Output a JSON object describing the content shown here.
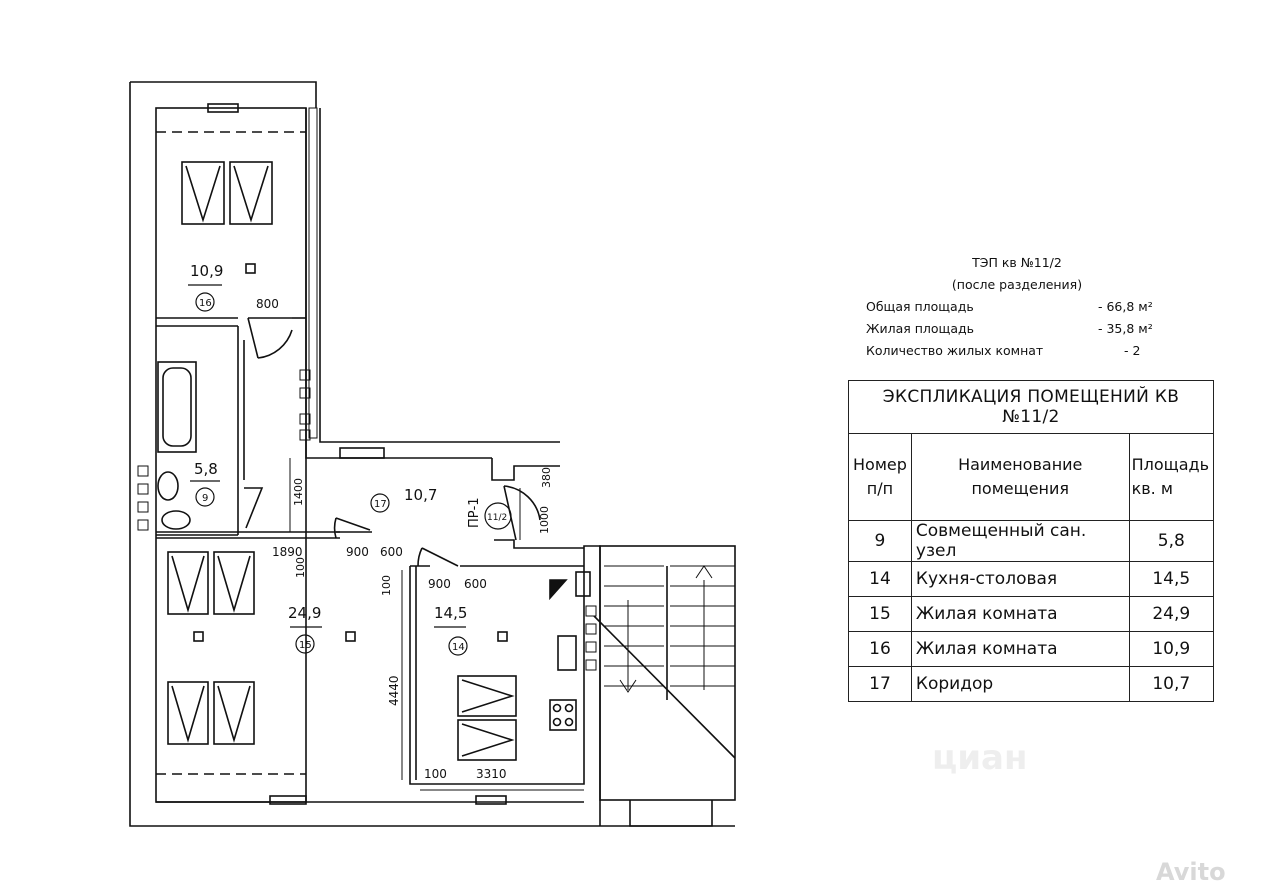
{
  "tep": {
    "title": "ТЭП кв №11/2",
    "subtitle": "(после разделения)",
    "rows": [
      {
        "label": "Общая площадь",
        "value": "- 66,8 м²"
      },
      {
        "label": "Жилая площадь",
        "value": "- 35,8 м²"
      },
      {
        "label": "Количество жилых комнат",
        "value": "- 2"
      }
    ]
  },
  "explication": {
    "title": "ЭКСПЛИКАЦИЯ ПОМЕЩЕНИЙ КВ №11/2",
    "headers": {
      "number": [
        "Номер",
        "п/п"
      ],
      "name": [
        "Наименование",
        "помещения"
      ],
      "area": [
        "Площадь",
        "кв. м"
      ]
    },
    "rows": [
      {
        "num": "9",
        "name": "Совмещенный сан. узел",
        "area": "5,8"
      },
      {
        "num": "14",
        "name": "Кухня-столовая",
        "area": "14,5"
      },
      {
        "num": "15",
        "name": "Жилая комната",
        "area": "24,9"
      },
      {
        "num": "16",
        "name": "Жилая комната",
        "area": "10,9"
      },
      {
        "num": "17",
        "name": "Коридор",
        "area": "10,7"
      }
    ]
  },
  "rooms": {
    "r16": {
      "area": "10,9",
      "num": "16"
    },
    "r9": {
      "area": "5,8",
      "num": "9"
    },
    "r17": {
      "area": "10,7",
      "num": "17"
    },
    "r15": {
      "area": "24,9",
      "num": "15"
    },
    "r14": {
      "area": "14,5",
      "num": "14"
    }
  },
  "dimensions": {
    "d800": "800",
    "d1400": "1400",
    "d1890": "1890",
    "d900a": "900",
    "d600a": "600",
    "d100a": "100",
    "d100b": "100",
    "d900b": "900",
    "d600b": "600",
    "d4440": "4440",
    "d100c": "100",
    "d3310": "3310",
    "d1000": "1000",
    "d380": "380"
  },
  "apartment_mark": {
    "label": "ПР-1",
    "circle": "11/2"
  },
  "watermarks": {
    "cian": "циан",
    "avito": "Avito"
  }
}
